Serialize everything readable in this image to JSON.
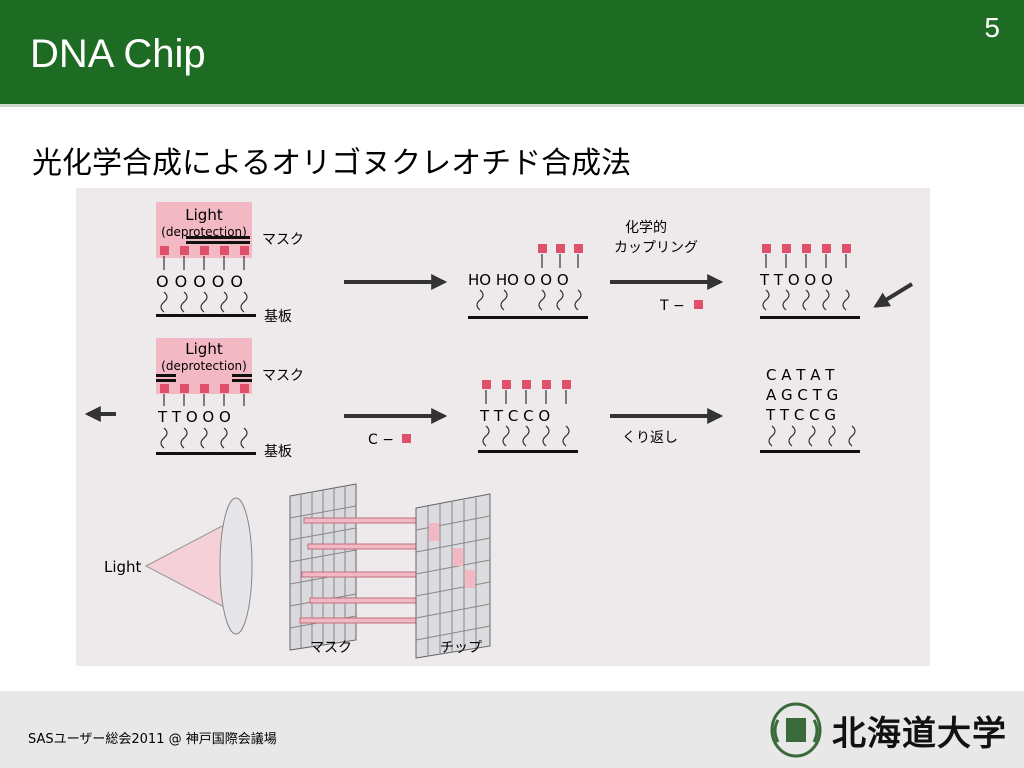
{
  "slide": {
    "title": "DNA Chip",
    "page_number": "5",
    "subtitle": "光化学合成によるオリゴヌクレオチド合成法"
  },
  "figure": {
    "row1": {
      "light": "Light",
      "deprotection": "(deprotection)",
      "mask_label": "マスク",
      "substrate_label": "基板",
      "base_row": "OOOOO",
      "after_light": "HO HO O O O",
      "coupling_label_1": "化学的",
      "coupling_label_2": "カップリング",
      "reagent": "T −",
      "result": "T T O O O"
    },
    "row2": {
      "light": "Light",
      "deprotection": "(deprotection)",
      "mask_label": "マスク",
      "substrate_label": "基板",
      "base_row": "T T O O O",
      "reagent": "C −",
      "after_coupling": "T T C C O",
      "repeat_label": "くり返し",
      "seq_line_1": "C A T A T",
      "seq_line_2": "A G C T G",
      "seq_line_3": "T T C C G"
    },
    "bottom": {
      "light_label": "Light",
      "mask_label": "マスク",
      "chip_label": "チップ"
    }
  },
  "footer": {
    "event": "SASユーザー総会2011 @ 神戸国際会議場",
    "university": "北海道大学"
  },
  "colors": {
    "header": "#1e6b23",
    "protect_group": "#e0506a",
    "light_band": "#f2b8c4"
  }
}
